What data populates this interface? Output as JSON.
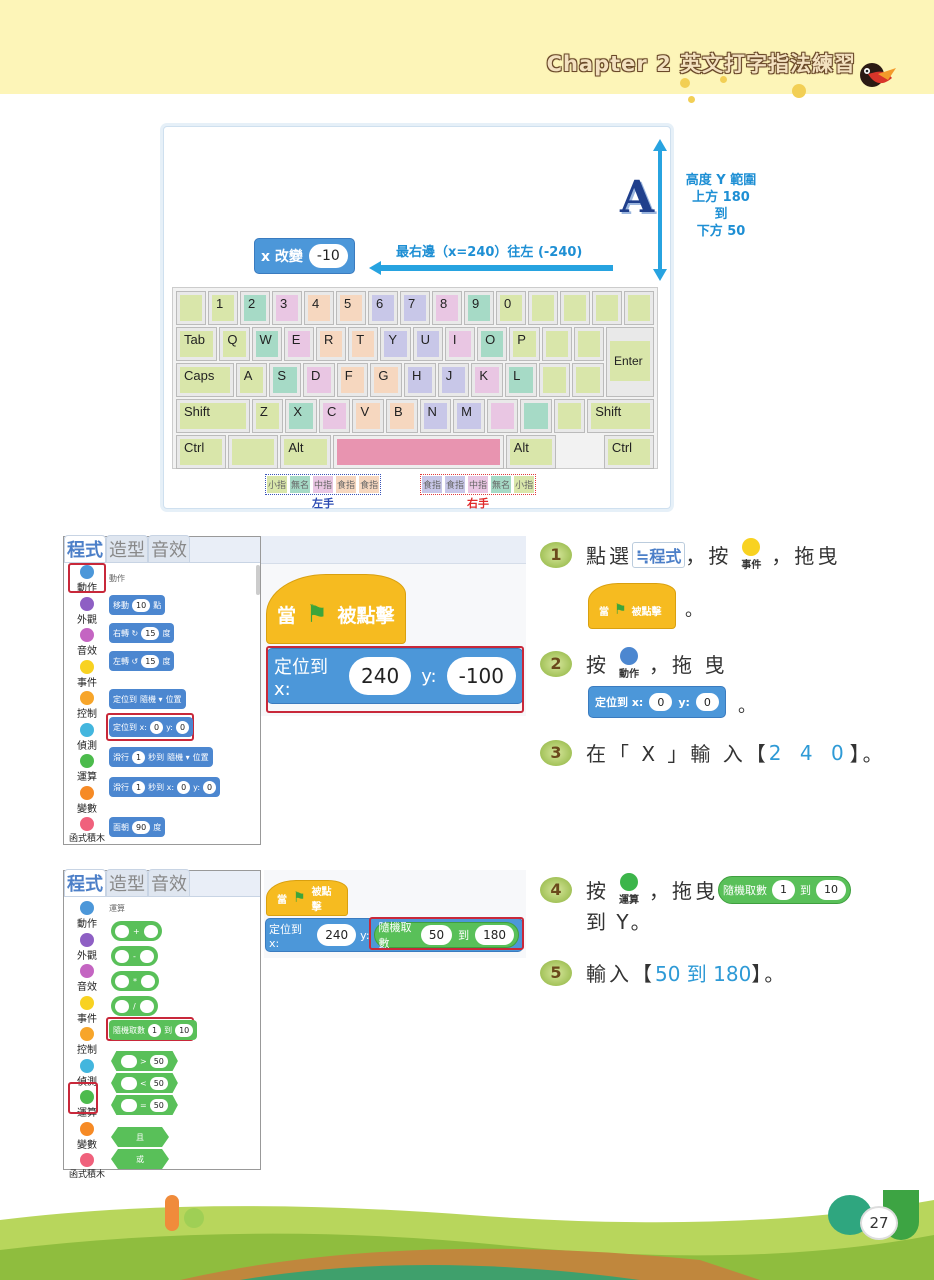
{
  "header": {
    "chapter": "Chapter 2 英文打字指法練習"
  },
  "figure1": {
    "sprite_letter": "A",
    "height_note": [
      "高度 Y 範圍",
      "上方 180",
      "到",
      "下方 50"
    ],
    "x_block": {
      "label": "x 改變",
      "value": "-10"
    },
    "arrow_note": "最右邊（x=240）往左 (-240)",
    "keyboard": {
      "colors": {
        "g": "#d9e6aa",
        "t": "#a6dac6",
        "p": "#e9c6e3",
        "o": "#f6d7bf",
        "v": "#c8c7e8",
        "s": "#e894b0"
      },
      "rows": [
        [
          [
            "",
            "g"
          ],
          [
            "1",
            "g"
          ],
          [
            "2",
            "t"
          ],
          [
            "3",
            "p"
          ],
          [
            "4",
            "o"
          ],
          [
            "5",
            "o"
          ],
          [
            "6",
            "v"
          ],
          [
            "7",
            "v"
          ],
          [
            "8",
            "p"
          ],
          [
            "9",
            "t"
          ],
          [
            "0",
            "g"
          ],
          [
            "",
            "g"
          ],
          [
            "",
            "g"
          ],
          [
            "",
            "g"
          ],
          [
            "",
            "g"
          ]
        ],
        [
          [
            "Tab",
            "g"
          ],
          [
            "Q",
            "g"
          ],
          [
            "W",
            "t"
          ],
          [
            "E",
            "p"
          ],
          [
            "R",
            "o"
          ],
          [
            "T",
            "o"
          ],
          [
            "Y",
            "v"
          ],
          [
            "U",
            "v"
          ],
          [
            "I",
            "p"
          ],
          [
            "O",
            "t"
          ],
          [
            "P",
            "g"
          ],
          [
            "",
            "g"
          ],
          [
            "",
            "g"
          ]
        ],
        [
          [
            "Caps",
            "g"
          ],
          [
            "A",
            "g"
          ],
          [
            "S",
            "t"
          ],
          [
            "D",
            "p"
          ],
          [
            "F",
            "o"
          ],
          [
            "G",
            "o"
          ],
          [
            "H",
            "v"
          ],
          [
            "J",
            "v"
          ],
          [
            "K",
            "p"
          ],
          [
            "L",
            "t"
          ],
          [
            "",
            "g"
          ],
          [
            "",
            "g"
          ]
        ],
        [
          [
            "Shift",
            "g"
          ],
          [
            "Z",
            "g"
          ],
          [
            "X",
            "t"
          ],
          [
            "C",
            "p"
          ],
          [
            "V",
            "o"
          ],
          [
            "B",
            "o"
          ],
          [
            "N",
            "v"
          ],
          [
            "M",
            "v"
          ],
          [
            "",
            "p"
          ],
          [
            "",
            "t"
          ],
          [
            "",
            "g"
          ],
          [
            "Shift",
            "g"
          ]
        ],
        [
          [
            "Ctrl",
            "g"
          ],
          [
            "",
            "g"
          ],
          [
            "Alt",
            "g"
          ],
          [
            "",
            "s"
          ],
          [
            "Alt",
            "g"
          ],
          [
            "Ctrl",
            "g"
          ]
        ]
      ],
      "enter": "Enter"
    },
    "legend": {
      "left": {
        "label": "左手",
        "fingers": [
          [
            "小指",
            "g"
          ],
          [
            "無名",
            "t"
          ],
          [
            "中指",
            "p"
          ],
          [
            "食指",
            "o"
          ],
          [
            "食指",
            "o"
          ]
        ]
      },
      "right": {
        "label": "右手",
        "fingers": [
          [
            "食指",
            "v"
          ],
          [
            "食指",
            "v"
          ],
          [
            "中指",
            "p"
          ],
          [
            "無名",
            "t"
          ],
          [
            "小指",
            "g"
          ]
        ]
      }
    }
  },
  "tabs": {
    "code": "程式",
    "costume": "造型",
    "sound": "音效"
  },
  "categories": [
    [
      "動作",
      "#4c97d9"
    ],
    [
      "外觀",
      "#8e5fc4"
    ],
    [
      "音效",
      "#c465c2"
    ],
    [
      "事件",
      "#f8d221"
    ],
    [
      "控制",
      "#f7a52a"
    ],
    [
      "偵測",
      "#43b6de"
    ],
    [
      "運算",
      "#4cbb4c"
    ],
    [
      "變數",
      "#f68a25"
    ],
    [
      "函式積木",
      "#f0617c"
    ]
  ],
  "panel1": {
    "section": "動作",
    "blocks": {
      "move": [
        "移動",
        "10",
        "點"
      ],
      "turn_right": [
        "右轉 ↻",
        "15",
        "度"
      ],
      "turn_left": [
        "左轉 ↺",
        "15",
        "度"
      ],
      "goto_random": [
        "定位到",
        "隨機 ▾",
        "位置"
      ],
      "goto_xy": [
        "定位到 x:",
        "0",
        "y:",
        "0"
      ],
      "glide_random": [
        "滑行",
        "1",
        "秒到",
        "隨機 ▾",
        "位置"
      ],
      "glide_xy": [
        "滑行",
        "1",
        "秒到 x:",
        "0",
        "y:",
        "0"
      ],
      "point": [
        "面朝",
        "90",
        "度"
      ]
    },
    "script": {
      "hat": [
        "當",
        "被點擊"
      ],
      "goto": [
        "定位到 x:",
        "240",
        "y:",
        "-100"
      ]
    }
  },
  "panel2": {
    "section": "運算",
    "ops": [
      "+",
      "-",
      "*",
      "/"
    ],
    "random": [
      "隨機取數",
      "1",
      "到",
      "10"
    ],
    "compare": [
      [
        ">",
        "50"
      ],
      [
        "<",
        "50"
      ],
      [
        "=",
        "50"
      ]
    ],
    "logic": [
      "且",
      "或"
    ],
    "script": {
      "hat": [
        "當",
        "被點擊"
      ],
      "goto": [
        "定位到 x:",
        "240",
        "y:"
      ],
      "random": [
        "隨機取數",
        "50",
        "到",
        "180"
      ]
    }
  },
  "steps": [
    {
      "n": "1",
      "parts": [
        "點選",
        "，按",
        "，拖曳",
        "。"
      ],
      "tab": "程式",
      "icon": "事件"
    },
    {
      "n": "2",
      "parts": [
        "按",
        "，拖 曳",
        "。"
      ],
      "icon": "動作",
      "block": [
        "定位到 x:",
        "0",
        "y:",
        "0"
      ]
    },
    {
      "n": "3",
      "parts": [
        "在「 X 」輸 入【",
        "2 4 0",
        "】。"
      ]
    },
    {
      "n": "4",
      "parts": [
        "按",
        "，拖曳",
        "到 Y。"
      ],
      "icon": "運算",
      "block": [
        "隨機取數",
        "1",
        "到",
        "10"
      ]
    },
    {
      "n": "5",
      "parts": [
        "輸入【",
        "50 到 180",
        "】。"
      ]
    }
  ],
  "page_number": "27"
}
